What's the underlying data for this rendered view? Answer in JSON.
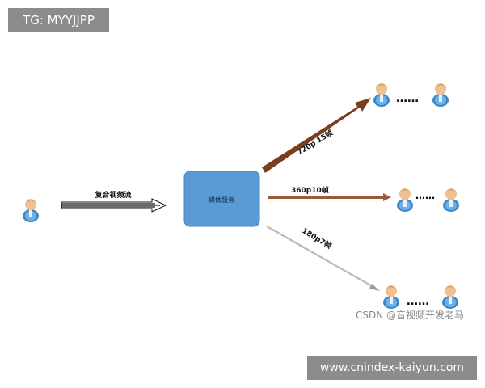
{
  "watermark_top": "TG: MYYJJPP",
  "watermark_bottom": "www.cnindex-kaiyun.com",
  "csdn_credit": "CSDN @音视频开发老马",
  "diagram": {
    "input_label": "复合视频流",
    "server_label": "媒体服务",
    "outputs": [
      {
        "label": "720p 15帧",
        "color": "#7a3e1c"
      },
      {
        "label": "360p10帧",
        "color": "#9b5a3a"
      },
      {
        "label": "180p7帧",
        "color": "#b8b8b8"
      }
    ],
    "server_color": "#5b9bd5",
    "dots": "……"
  }
}
